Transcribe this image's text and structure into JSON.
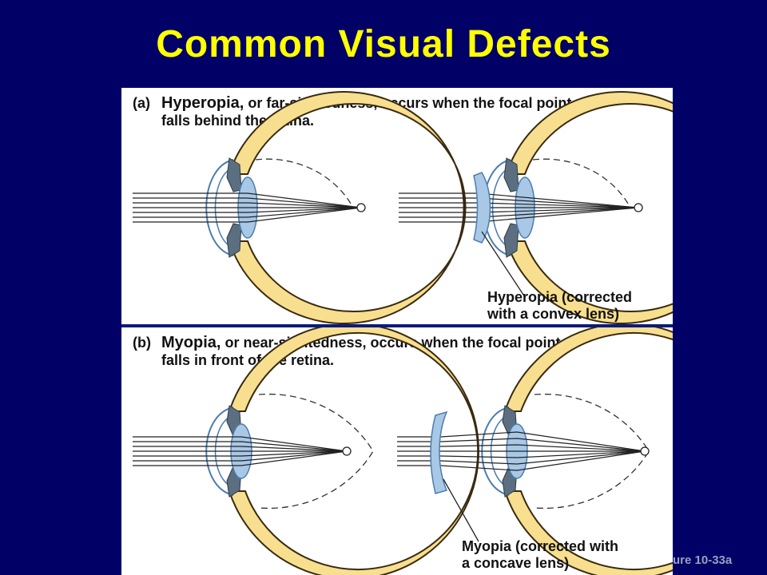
{
  "title": "Common Visual Defects",
  "panel_a": {
    "tag": "(a)",
    "term": "Hyperopia,",
    "line1": " or far-sightedness, occurs when the focal point",
    "line2": "falls behind the retina.",
    "callout_line1": "Hyperopia (corrected",
    "callout_line2": "with a convex lens)"
  },
  "panel_b": {
    "tag": "(b)",
    "term": "Myopia,",
    "line1": " or near-sightedness, occurs when the focal point",
    "line2": "falls in front of the retina.",
    "callout_line1": "Myopia (corrected with",
    "callout_line2": "a concave lens)"
  },
  "figure_ref": "ure 10-33a",
  "colors": {
    "background": "#000066",
    "title": "#ffff00",
    "sclera": "#f7df8f",
    "sclera_edge": "#3a2a10",
    "lens": "#a9c8e6",
    "lens_edge": "#4a7db0",
    "ciliary": "#5b6f80",
    "cornea": "#4a7db0",
    "ray": "#222222",
    "figure_ref": "#9aa0c0"
  }
}
